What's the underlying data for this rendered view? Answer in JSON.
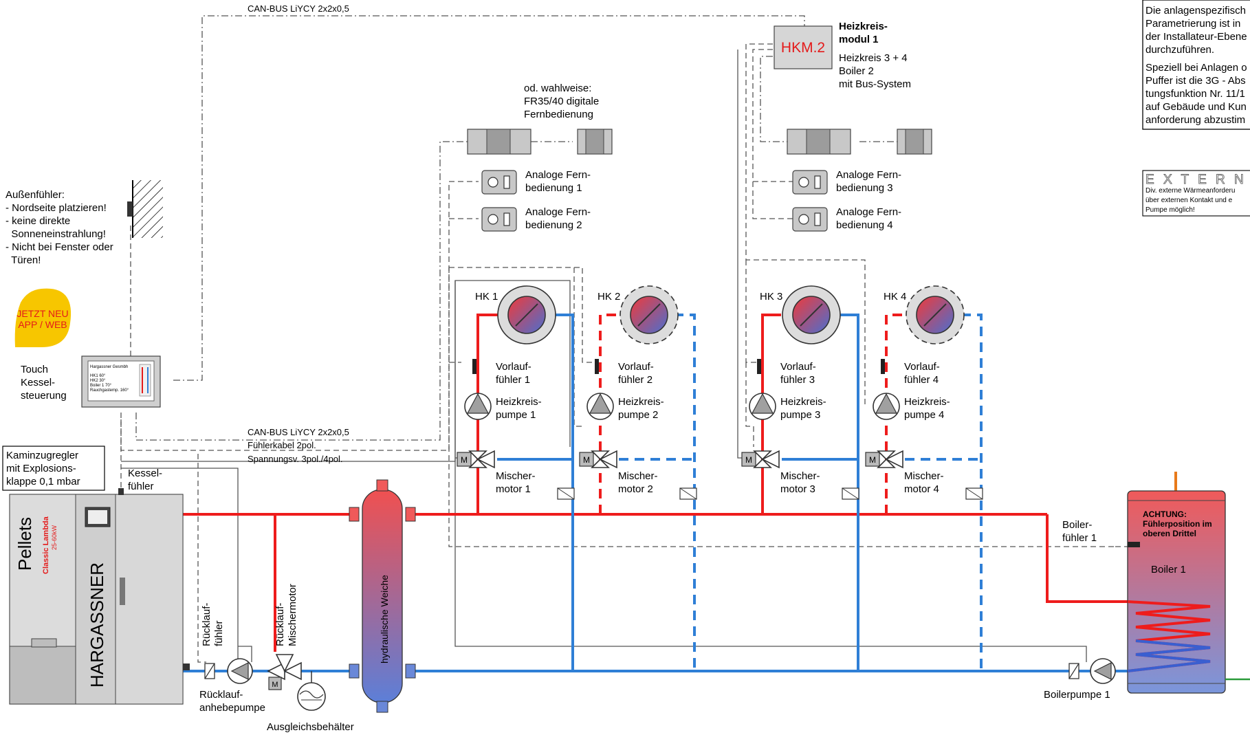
{
  "bus_labels": {
    "top": "CAN-BUS LiYCY 2x2x0,5",
    "bottom_can": "CAN-BUS LiYCY 2x2x0,5",
    "sensor_cable": "Fühlerkabel 2pol.",
    "power_cable": "Spannungsv. 3pol./4pol."
  },
  "hkm": {
    "display": "HKM.2",
    "title_line1": "Heizkreis-",
    "title_line2": "modul 1",
    "desc_line1": "Heizkreis 3 + 4",
    "desc_line2": "Boiler 2",
    "desc_line3": "mit Bus-System"
  },
  "remote_digital": {
    "line1": "od. wahlweise:",
    "line2": "FR35/40 digitale",
    "line3": "Fernbedienung"
  },
  "remotes": [
    {
      "line1": "Analoge Fern-",
      "line2": "bedienung 1"
    },
    {
      "line1": "Analoge Fern-",
      "line2": "bedienung 2"
    },
    {
      "line1": "Analoge Fern-",
      "line2": "bedienung 3"
    },
    {
      "line1": "Analoge Fern-",
      "line2": "bedienung 4"
    }
  ],
  "info_box": {
    "lines": [
      "Die anlagenspezifisch",
      "Parametrierung ist in",
      "der Installateur-Ebene",
      "durchzuführen.",
      "Speziell bei Anlagen o",
      "Puffer ist die 3G - Abs",
      "tungsfunktion Nr. 11/1",
      "auf Gebäude und Kun",
      "anforderung abzustim"
    ]
  },
  "extern_box": {
    "logo": "E X T E R N",
    "lines": [
      "Div. externe Wärmeanforderu",
      "über externen Kontakt und e",
      "Pumpe möglich!"
    ]
  },
  "outdoor_sensor": {
    "lines": [
      "Außenfühler:",
      "- Nordseite platzieren!",
      "- keine direkte",
      "  Sonneneinstrahlung!",
      "- Nicht bei Fenster oder",
      "  Türen!"
    ]
  },
  "app_badge": {
    "line1": "JETZT NEU",
    "line2": "APP / WEB"
  },
  "touch_control": {
    "label_line1": "Touch",
    "label_line2": "Kessel-",
    "label_line3": "steuerung",
    "screen_title": "Hargassner Gesmbh",
    "screen_rows": [
      "HK1    60°",
      "HK2    30°",
      "Boiler 1   70°",
      "Rauchgastemp. 160°"
    ]
  },
  "chimney_regulator": {
    "lines": [
      "Kaminzugregler",
      "mit Explosions-",
      "klappe 0,1 mbar"
    ]
  },
  "boiler_sensor_label": {
    "line1": "Kessel-",
    "line2": "fühler"
  },
  "boiler_unit": {
    "pellets": "Pellets",
    "model": "Classic Lambda",
    "power": "25-60kW",
    "brand": "HARGASSNER"
  },
  "heating_circuits": [
    {
      "name": "HK 1",
      "sensor1": "Vorlauf-",
      "sensor2": "fühler 1",
      "pump1": "Heizkreis-",
      "pump2": "pumpe 1",
      "mixer1": "Mischer-",
      "mixer2": "motor 1"
    },
    {
      "name": "HK 2",
      "sensor1": "Vorlauf-",
      "sensor2": "fühler 2",
      "pump1": "Heizkreis-",
      "pump2": "pumpe 2",
      "mixer1": "Mischer-",
      "mixer2": "motor 2"
    },
    {
      "name": "HK 3",
      "sensor1": "Vorlauf-",
      "sensor2": "fühler 3",
      "pump1": "Heizkreis-",
      "pump2": "pumpe 3",
      "mixer1": "Mischer-",
      "mixer2": "motor 3"
    },
    {
      "name": "HK 4",
      "sensor1": "Vorlauf-",
      "sensor2": "fühler 4",
      "pump1": "Heizkreis-",
      "pump2": "pumpe 4",
      "mixer1": "Mischer-",
      "mixer2": "motor 4"
    }
  ],
  "hydraulic_switch": "hydraulische Weiche",
  "return_sensor": {
    "line1": "Rücklauf-",
    "line2": "fühler"
  },
  "return_mixer": {
    "line1": "Rücklauf-",
    "line2": "Mischermotor"
  },
  "return_pump": {
    "line1": "Rücklauf-",
    "line2": "anhebepumpe"
  },
  "expansion_tank": "Ausgleichsbehälter",
  "boiler_sensor": {
    "line1": "Boiler-",
    "line2": "fühler 1"
  },
  "storage_boiler": {
    "warning_line1": "ACHTUNG:",
    "warning_line2": "Fühlerposition im",
    "warning_line3": "oberen Drittel",
    "name": "Boiler 1"
  },
  "boiler_pump": "Boilerpumpe 1",
  "mixer_symbol": "M",
  "colors": {
    "hot": "#ee1c1c",
    "cold": "#2f7fd6",
    "badge": "#f7c600",
    "badge_text": "#e41a1a"
  }
}
